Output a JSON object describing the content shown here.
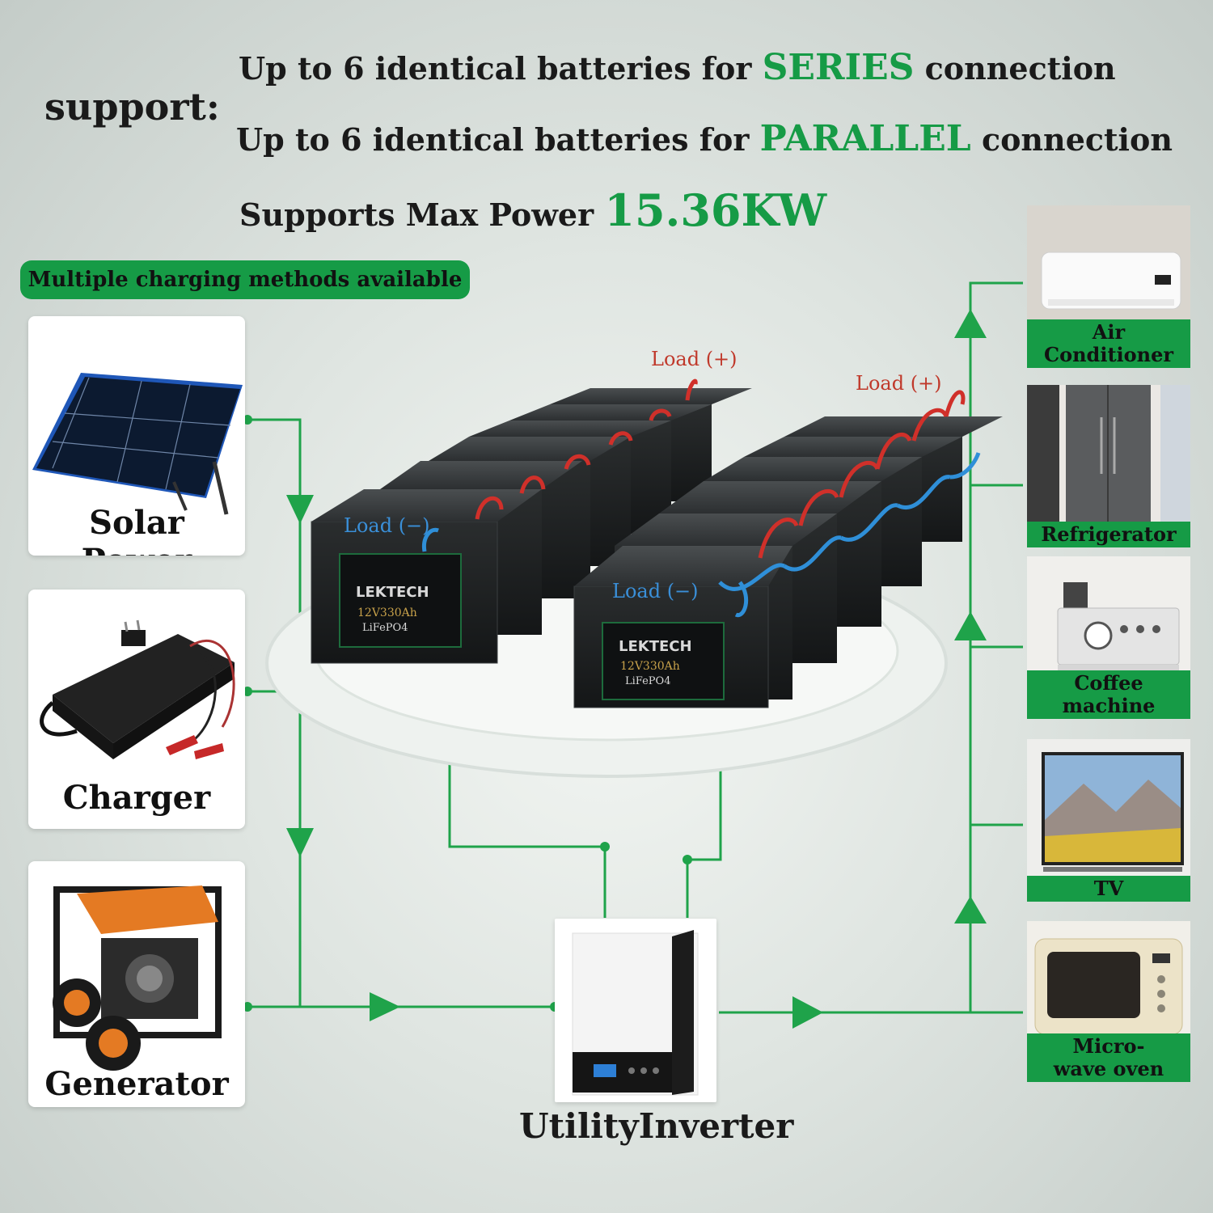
{
  "header": {
    "support_label": "support:",
    "line1": {
      "prefix": "Up to 6 identical batteries for ",
      "highlight": "SERIES",
      "suffix": " connection"
    },
    "line2": {
      "prefix": "Up to 6 identical batteries for ",
      "highlight": "PARALLEL",
      "suffix": " connection"
    },
    "line3": {
      "prefix": "Supports Max Power ",
      "highlight": "15.36KW"
    }
  },
  "charging_badge": "Multiple charging methods available",
  "sources": [
    {
      "label": "Solar Power",
      "icon": "solar-panel-icon"
    },
    {
      "label": "Charger",
      "icon": "battery-charger-icon"
    },
    {
      "label": "Generator",
      "icon": "generator-icon"
    }
  ],
  "batteries": {
    "brand": "LEKTECH",
    "rating": "12V330Ah",
    "chemistry": "LiFePO4",
    "subtitle": "LITHIUM IRON PHOSPHATE BATTERY",
    "series_load_pos": "Load (+)",
    "series_load_neg": "Load (−)",
    "parallel_load_pos": "Load (+)",
    "parallel_load_neg": "Load (−)"
  },
  "inverter": {
    "label": "UtilityInverter"
  },
  "appliances": [
    {
      "label": "Air Conditioner",
      "icon": "air-conditioner-icon"
    },
    {
      "label": "Refrigerator",
      "icon": "refrigerator-icon"
    },
    {
      "label": "Coffee machine",
      "icon": "coffee-machine-icon"
    },
    {
      "label": "TV",
      "icon": "tv-icon"
    },
    {
      "label": "Micro-\nwave oven",
      "icon": "microwave-icon"
    }
  ],
  "colors": {
    "accent": "#169b46",
    "flow_line": "#1fa34a",
    "positive_cable": "#d0302a",
    "negative_cable": "#2f8fd8",
    "pos_label": "#c0392b",
    "neg_label": "#3a8fd8"
  }
}
